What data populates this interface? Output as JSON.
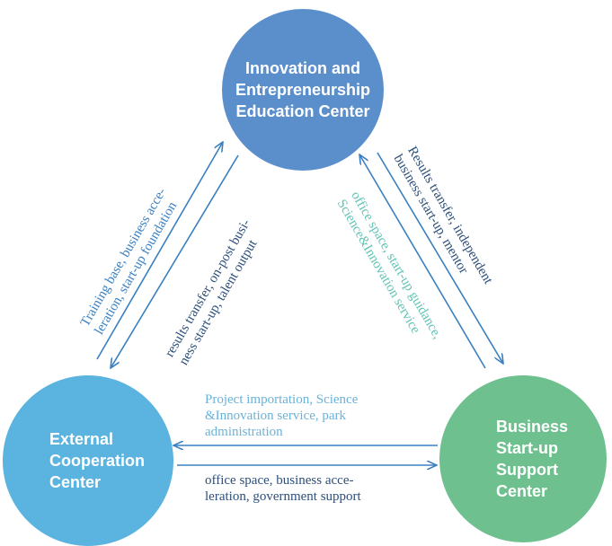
{
  "nodes": {
    "innovation": "Innovation and\nEntrepreneurship\nEducation Center",
    "external": "External\nCooperation\nCenter",
    "business": "Business\nStart-up\nSupport\nCenter"
  },
  "edges": {
    "training_base": "Training base, business acce-\nleration, start-up foundation",
    "results_transfer_onpost": "results transfer, on-post busi-\nness start-up, talent output",
    "results_transfer_independent": "Results transfer, independent\nbusiness start-up, mentor",
    "office_space_guidance": "office space, start-up guidance,\nScience&Innovation service",
    "project_importation": "Project importation, Science\n&Innovation  service,  park\nadministration",
    "office_space_acceleration": "office space, business acce-\nleration, government support"
  },
  "colors": {
    "innovation_circle": "#5b8fcb",
    "external_circle": "#5bb3e0",
    "business_circle": "#6ec08f",
    "arrow": "#3a80c1"
  }
}
